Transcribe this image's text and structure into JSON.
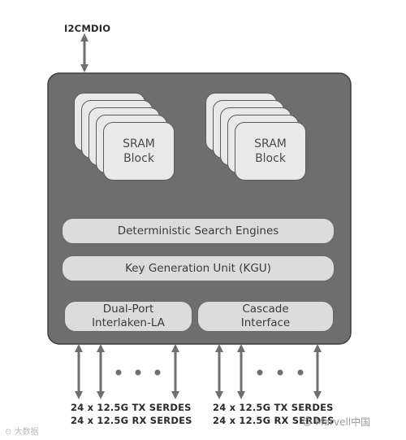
{
  "top_label": "I2CMDIO",
  "sram_left": {
    "line1": "SRAM",
    "line2": "Block"
  },
  "sram_right": {
    "line1": "SRAM",
    "line2": "Block"
  },
  "engines_bar": "Deterministic Search Engines",
  "kgu_bar": "Key Generation Unit (KGU)",
  "interlaken_box": {
    "line1": "Dual-Port",
    "line2": "Interlaken-LA"
  },
  "cascade_box": {
    "line1": "Cascade",
    "line2": "Interface"
  },
  "serdes_left": {
    "tx": "24 x 12.5G TX SERDES",
    "rx": "24 x 12.5G RX SERDES"
  },
  "serdes_right": {
    "tx": "24 x 12.5G TX SERDES",
    "rx": "24 x 12.5G RX SERDES"
  },
  "watermark_left": "大数据",
  "watermark_right": "Marvell中国",
  "colors": {
    "chip_body": "#6e6e6e",
    "chip_border": "#3f3f3f",
    "block_fill": "#e9e9e9",
    "bar_fill": "#dcdcdc",
    "arrow": "#6f6f6f"
  }
}
